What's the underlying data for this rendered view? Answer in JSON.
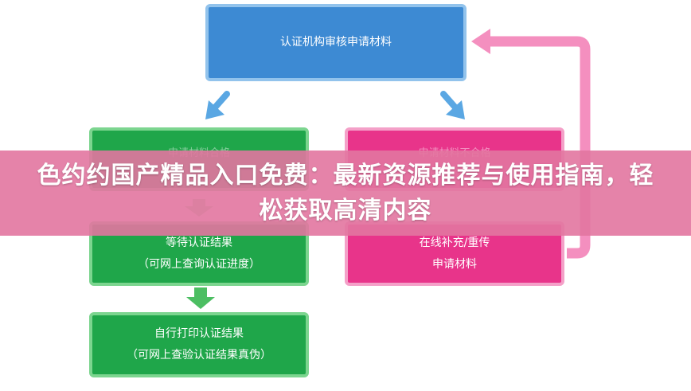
{
  "flowchart": {
    "review_box": "认证机构审核申请材料",
    "pass_box": "申请材料合格",
    "fail_box": "申请材料不合格",
    "wait_box": {
      "line1": "等待认证结果",
      "line2": "（可网上查询认证进度）"
    },
    "resubmit_box": {
      "line1": "在线补充/重传",
      "line2": "申请材料"
    },
    "print_box": {
      "line1": "自行打印认证结果",
      "line2": "（可网上查验认证结果真伪）"
    }
  },
  "banner": {
    "title": "色约约国产精品入口免费：最新资源推荐与使用指南，轻松获取高清内容"
  },
  "colors": {
    "blue": "#3d8ad3",
    "green": "#1fa64a",
    "pink": "#e8348a",
    "loop_arrow": "#f48fbf",
    "down_arrow_blue": "#5aa7e3",
    "down_arrow_green": "#4cbe62",
    "banner_bg": "#e276a0"
  }
}
